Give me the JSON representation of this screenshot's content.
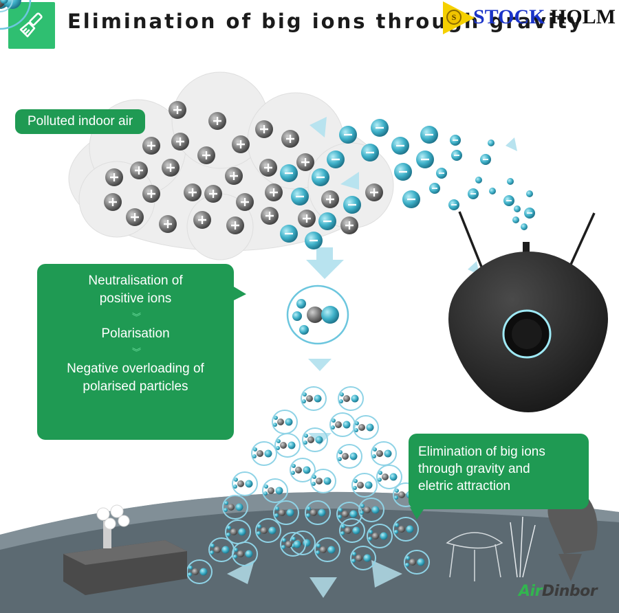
{
  "header": {
    "title": "Elimination of big ions through gravity",
    "icon": "brush-icon",
    "accent": "#2fbf71"
  },
  "brand": {
    "part1": "STOCK",
    "part2": "HOLM",
    "badge": "S"
  },
  "labels": {
    "polluted": "Polluted indoor air",
    "steps": [
      "Neutralisation of",
      "positive ions",
      "Polarisation",
      "Negative overloading of",
      "polarised particles"
    ],
    "elimination": [
      "Elimination of big ions",
      "through gravity and",
      "eletric attraction"
    ]
  },
  "watermark": {
    "air": "Air",
    "rest": "Dinbor"
  },
  "colors": {
    "green": "#1f9a53",
    "positive_ion": "#6a6a6a",
    "negative_ion": "#2fa3be",
    "device": "#2a2a2a"
  }
}
